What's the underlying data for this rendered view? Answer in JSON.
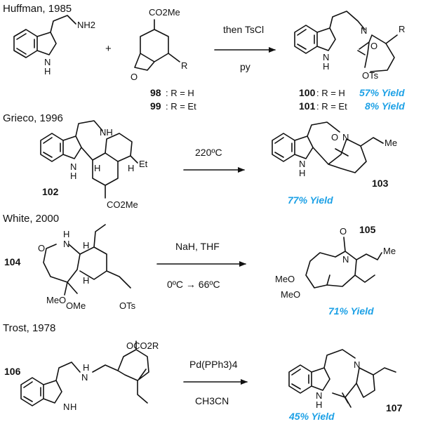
{
  "colors": {
    "yield": "#1da1e6",
    "ink": "#111111"
  },
  "sections": [
    {
      "author": "Huffman, 1985",
      "conditions": [
        "then TsCl",
        "py"
      ],
      "reagent_plus": "+",
      "sm_labels": [
        "NH2",
        "CO2Me",
        "O",
        "R",
        "N",
        "H"
      ],
      "sm_compounds": [
        {
          "num": "98",
          "text": ": R = H"
        },
        {
          "num": "99",
          "text": ": R = Et"
        }
      ],
      "products": [
        {
          "num": "100",
          "text": ": R = H",
          "yield": "57% Yield"
        },
        {
          "num": "101",
          "text": ": R = Et",
          "yield": "8% Yield"
        }
      ],
      "prod_labels": [
        "N",
        "O",
        "R",
        "OTs",
        "N",
        "H"
      ]
    },
    {
      "author": "Grieco, 1996",
      "conditions": [
        "220ºC"
      ],
      "sm_num": "102",
      "prod_num": "103",
      "yield": "77% Yield",
      "sm_labels": [
        "NH",
        "N",
        "H",
        "H",
        "H",
        "Et",
        "CO2Me"
      ],
      "prod_labels": [
        "O",
        "N",
        "Me",
        "N",
        "H"
      ]
    },
    {
      "author": "White, 2000",
      "conditions": [
        "NaH, THF",
        "0ºC → 66ºC"
      ],
      "sm_num": "104",
      "prod_num": "105",
      "yield": "71% Yield",
      "sm_labels": [
        "O",
        "N",
        "H",
        "H",
        "H",
        "OTs",
        "MeO",
        "OMe"
      ],
      "prod_labels": [
        "O",
        "N",
        "Me",
        "MeO",
        "MeO"
      ]
    },
    {
      "author": "Trost, 1978",
      "conditions": [
        "Pd(PPh3)4",
        "CH3CN"
      ],
      "sm_num": "106",
      "prod_num": "107",
      "yield": "45% Yield",
      "sm_labels": [
        "OCO2R",
        "H",
        "N",
        "N",
        "H"
      ],
      "prod_labels": [
        "N",
        "N",
        "H"
      ]
    }
  ]
}
